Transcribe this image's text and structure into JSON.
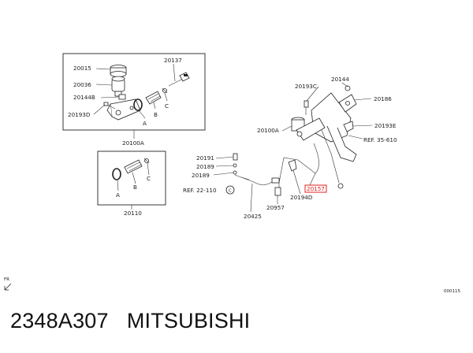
{
  "diagram": {
    "labels": {
      "l20015": "20015",
      "l20137": "20137",
      "l20036": "20036",
      "l20144b": "20144B",
      "l20193d": "20193D",
      "lA1": "A",
      "lB1": "B",
      "lC1": "C",
      "l20100a_box": "20100A",
      "l20191": "20191",
      "l20189a": "20189",
      "l20189b": "20189",
      "lref22": "REF. 22-110",
      "lrefC": "C",
      "l20425": "20425",
      "l20957": "20957",
      "l20157": "20157",
      "l20194d": "20194D",
      "l20193c": "20193C",
      "l20144": "20144",
      "l20186": "20186",
      "l20100a": "20100A",
      "l20193e": "20193E",
      "lref35": "REF. 35-610",
      "lA2": "A",
      "lB2": "B",
      "lC2": "C",
      "l20110": "20110",
      "lfr": "FR",
      "lcode": "000115"
    },
    "highlight_part": "20157",
    "highlight_color": "#e02020"
  },
  "footer": {
    "part_number": "2348A307",
    "brand": "MITSUBISHI"
  }
}
